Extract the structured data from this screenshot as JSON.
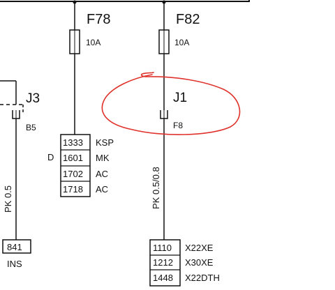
{
  "fuses": [
    {
      "id": "F78",
      "rating": "10A"
    },
    {
      "id": "F82",
      "rating": "10A"
    }
  ],
  "connectors": [
    {
      "id": "J3",
      "pin": "B5"
    },
    {
      "id": "J1",
      "pin": "F8"
    }
  ],
  "wires": [
    {
      "label": "PK 0.5"
    },
    {
      "label": "PK 0.5/0.8"
    }
  ],
  "left_box": {
    "number": "841",
    "label": "INS"
  },
  "middle_table": {
    "prefix": "D",
    "rows": [
      {
        "code": "1333",
        "name": "KSP"
      },
      {
        "code": "1601",
        "name": "MK"
      },
      {
        "code": "1702",
        "name": "AC"
      },
      {
        "code": "1718",
        "name": "AC"
      }
    ]
  },
  "right_table": {
    "rows": [
      {
        "code": "1110",
        "name": "X22XE"
      },
      {
        "code": "1212",
        "name": "X30XE"
      },
      {
        "code": "1448",
        "name": "X22DTH"
      }
    ]
  },
  "annotation": {
    "shape": "ellipse",
    "color": "#e0312b",
    "encircles": "J1"
  }
}
